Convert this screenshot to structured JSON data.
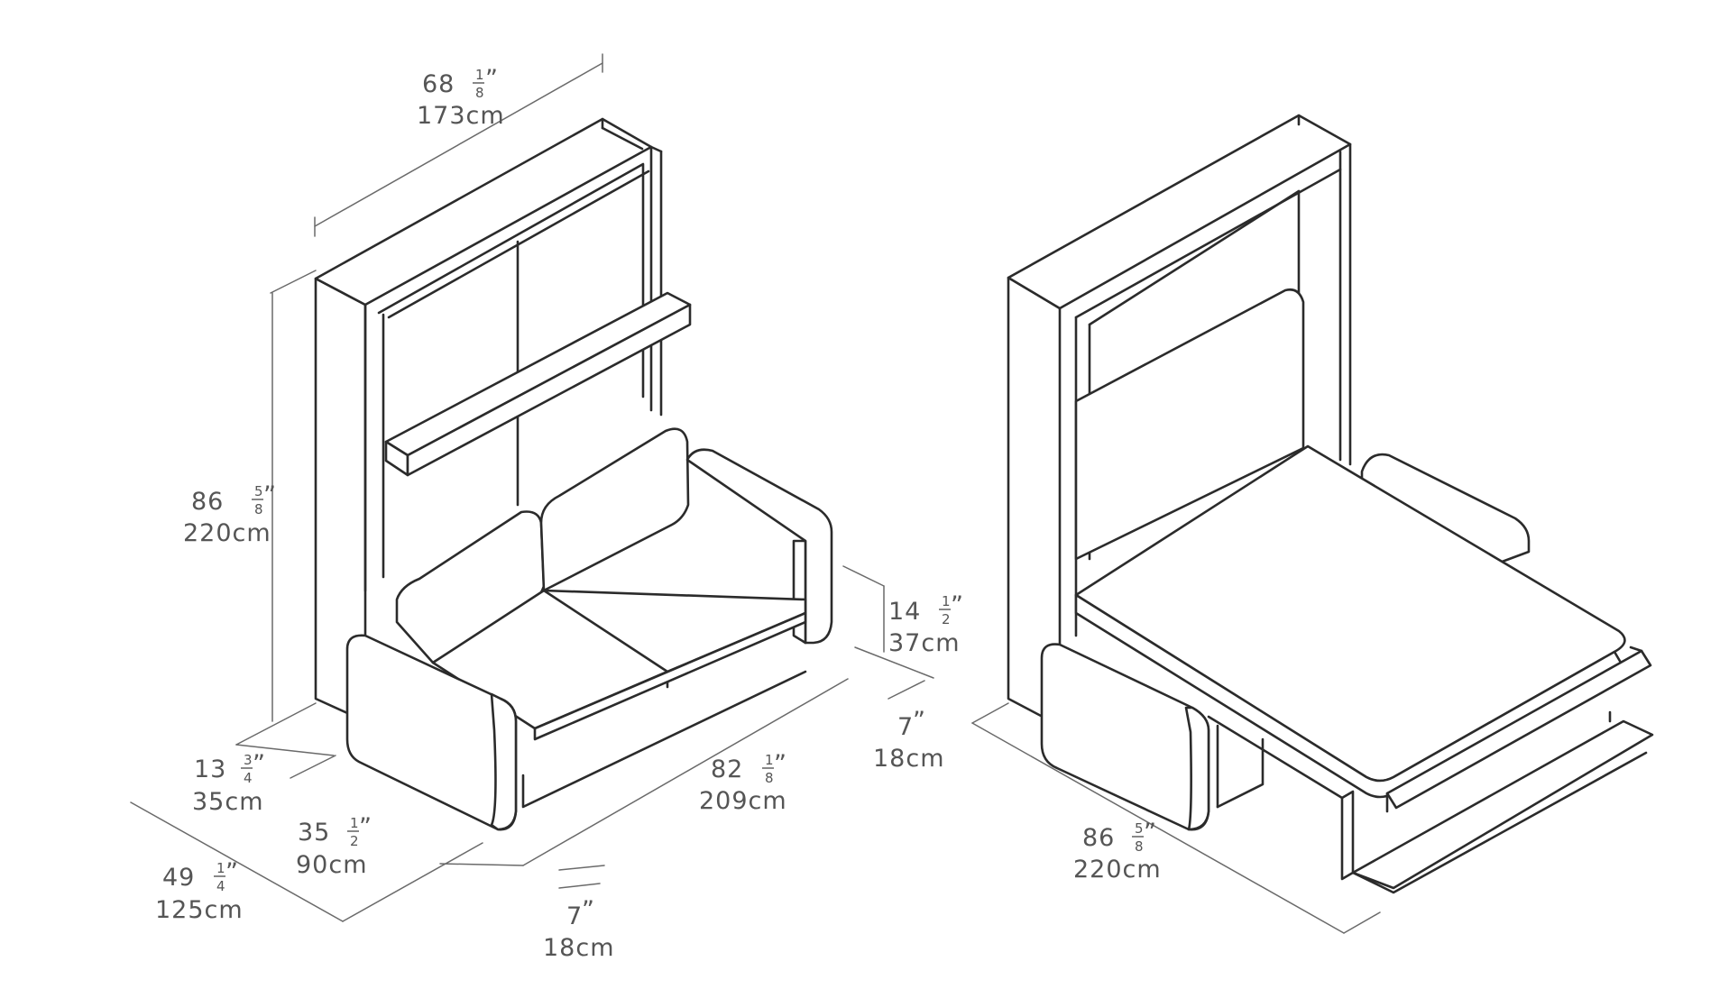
{
  "dimensions": {
    "left_width": {
      "whole": "68",
      "num": "1",
      "den": "8",
      "tick": "”",
      "cm": "173cm"
    },
    "left_height": {
      "whole": "86",
      "num": "5",
      "den": "8",
      "tick": "”",
      "cm": "220cm"
    },
    "seat_height": {
      "whole": "14",
      "num": "1",
      "den": "2",
      "tick": "”",
      "cm": "37cm"
    },
    "right_offset": {
      "whole": "7",
      "tick": "”",
      "cm": "18cm"
    },
    "sofa_length": {
      "whole": "82",
      "num": "1",
      "den": "8",
      "tick": "”",
      "cm": "209cm"
    },
    "cabinet_depth": {
      "whole": "13",
      "num": "3",
      "den": "4",
      "tick": "”",
      "cm": "35cm"
    },
    "sofa_depth": {
      "whole": "35",
      "num": "1",
      "den": "2",
      "tick": "”",
      "cm": "90cm"
    },
    "total_depth": {
      "whole": "49",
      "num": "1",
      "den": "4",
      "tick": "”",
      "cm": "125cm"
    },
    "bottom_offset": {
      "whole": "7",
      "tick": "”",
      "cm": "18cm"
    },
    "bed_length": {
      "whole": "86",
      "num": "5",
      "den": "8",
      "tick": "”",
      "cm": "220cm"
    }
  },
  "colors": {
    "line": "#2b2b2b",
    "dimension": "#6a6a6a",
    "text": "#555555",
    "background": "#ffffff"
  }
}
